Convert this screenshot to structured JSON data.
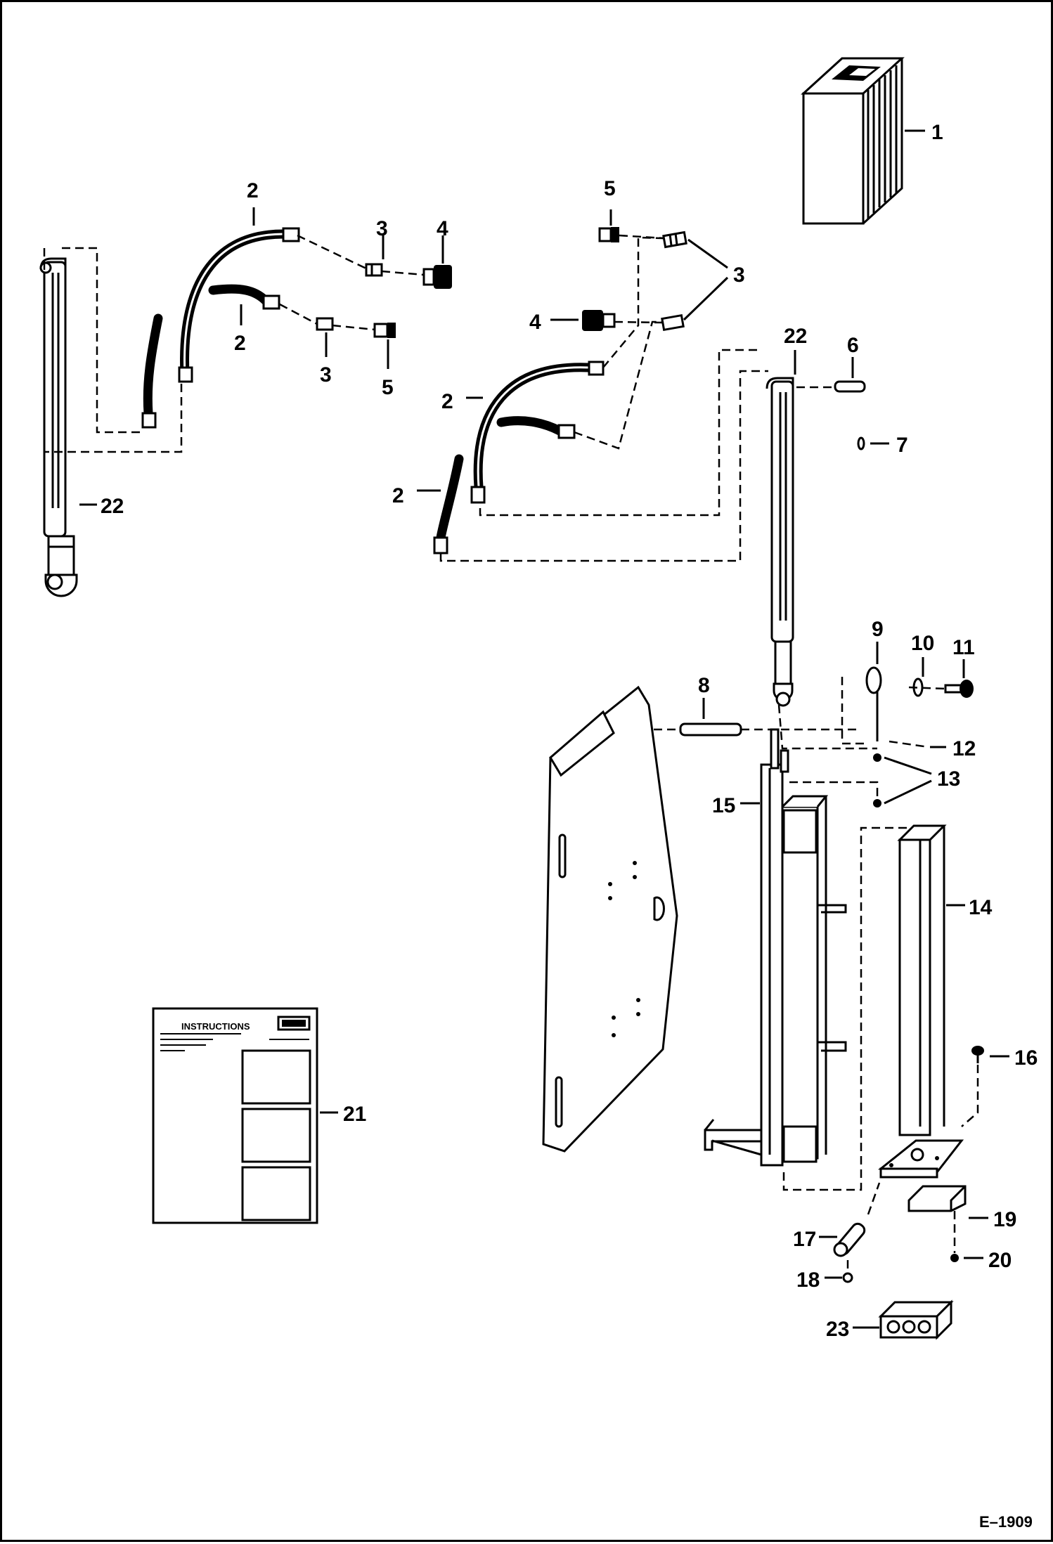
{
  "figure_id": "E–1909",
  "instruction_sheet": {
    "title": "INSTRUCTIONS"
  },
  "callouts": [
    {
      "id": "c-1",
      "label": "1"
    },
    {
      "id": "c-2a",
      "label": "2"
    },
    {
      "id": "c-2b",
      "label": "2"
    },
    {
      "id": "c-2c",
      "label": "2"
    },
    {
      "id": "c-2d",
      "label": "2"
    },
    {
      "id": "c-3a",
      "label": "3"
    },
    {
      "id": "c-3b",
      "label": "3"
    },
    {
      "id": "c-3c",
      "label": "3"
    },
    {
      "id": "c-4a",
      "label": "4"
    },
    {
      "id": "c-4b",
      "label": "4"
    },
    {
      "id": "c-5a",
      "label": "5"
    },
    {
      "id": "c-5b",
      "label": "5"
    },
    {
      "id": "c-6",
      "label": "6"
    },
    {
      "id": "c-7",
      "label": "7"
    },
    {
      "id": "c-8",
      "label": "8"
    },
    {
      "id": "c-9",
      "label": "9"
    },
    {
      "id": "c-10",
      "label": "10"
    },
    {
      "id": "c-11",
      "label": "11"
    },
    {
      "id": "c-12",
      "label": "12"
    },
    {
      "id": "c-13",
      "label": "13"
    },
    {
      "id": "c-14",
      "label": "14"
    },
    {
      "id": "c-15",
      "label": "15"
    },
    {
      "id": "c-16",
      "label": "16"
    },
    {
      "id": "c-17",
      "label": "17"
    },
    {
      "id": "c-18",
      "label": "18"
    },
    {
      "id": "c-19",
      "label": "19"
    },
    {
      "id": "c-20",
      "label": "20"
    },
    {
      "id": "c-21",
      "label": "21"
    },
    {
      "id": "c-22a",
      "label": "22"
    },
    {
      "id": "c-22b",
      "label": "22"
    },
    {
      "id": "c-23",
      "label": "23"
    }
  ]
}
